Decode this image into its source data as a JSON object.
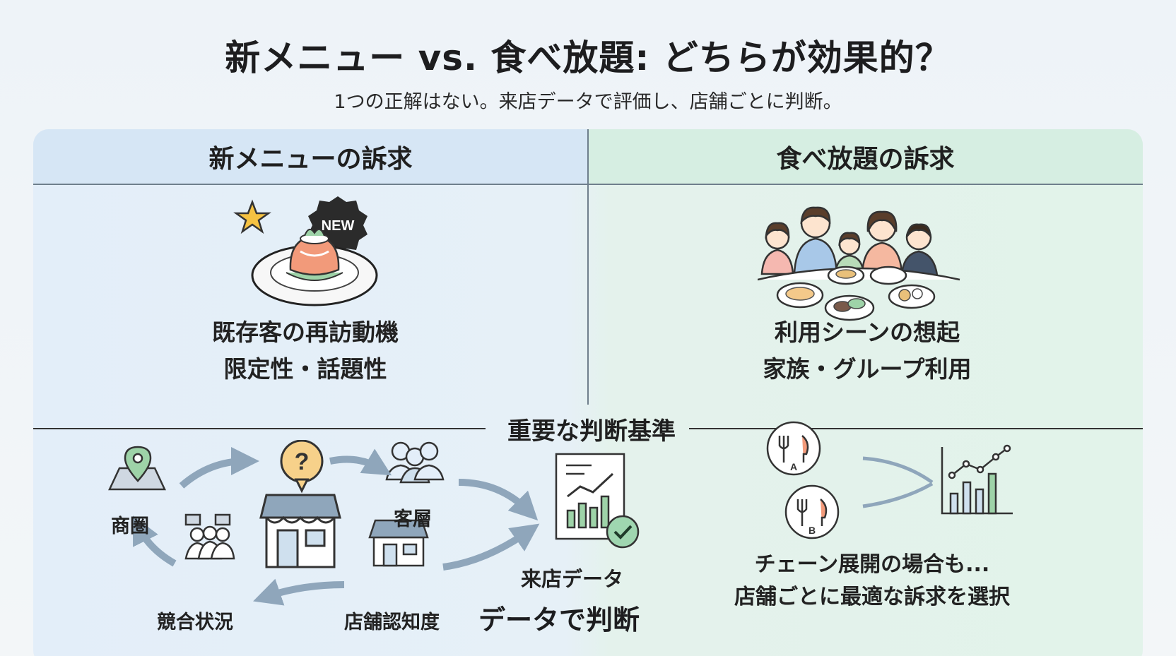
{
  "header": {
    "title": "新メニュー vs. 食べ放題: どちらが効果的？",
    "subtitle": "1つの正解はない。来店データで評価し、店舗ごとに判断。"
  },
  "columns": {
    "left": {
      "heading": "新メニューの訴求",
      "badge": "NEW",
      "caption_line1": "既存客の再訪動機",
      "caption_line2": "限定性・話題性"
    },
    "right": {
      "heading": "食べ放題の訴求",
      "caption_line1": "利用シーンの想起",
      "caption_line2": "家族・グループ利用"
    }
  },
  "criteria": {
    "heading": "重要な判断基準",
    "nodes": {
      "trade_area": "商圏",
      "customer_base": "客層",
      "competition": "競合状況",
      "store_awareness": "店舗認知度"
    },
    "center_symbol": "?",
    "data_label": "来店データ",
    "decision_label": "データで判断"
  },
  "chain": {
    "store_a": "A",
    "store_b": "B",
    "caption_line1": "チェーン展開の場合も...",
    "caption_line2": "店舗ごとに最適な訴求を選択"
  },
  "colors": {
    "accent_blue": "#8fa6bb",
    "star": "#f5c242",
    "salmon": "#f29a7a",
    "check_green": "#9fd6b0"
  }
}
